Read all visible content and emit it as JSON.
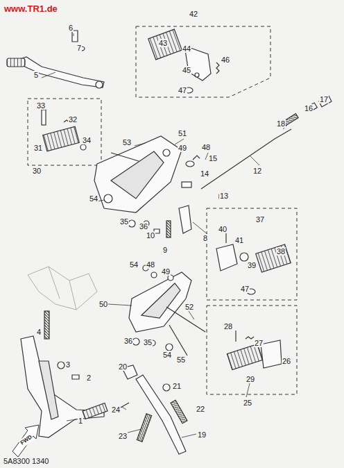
{
  "diagram": {
    "labels": [
      "www.TR1.de",
      "6",
      "7",
      "5",
      "42",
      "43",
      "44",
      "45",
      "46",
      "47",
      "33",
      "32",
      "31",
      "34",
      "30",
      "53",
      "51",
      "49",
      "48",
      "15",
      "14",
      "12",
      "18",
      "16",
      "17",
      "13",
      "54",
      "35",
      "36",
      "10",
      "9",
      "8",
      "37",
      "40",
      "41",
      "39",
      "38",
      "54",
      "48",
      "49",
      "50",
      "52",
      "47",
      "36",
      "35",
      "54",
      "55",
      "28",
      "27",
      "26",
      "29",
      "25",
      "4",
      "3",
      "2",
      "1",
      "20",
      "21",
      "24",
      "22",
      "23",
      "19",
      "FWD",
      "5A8300 1340"
    ]
  }
}
